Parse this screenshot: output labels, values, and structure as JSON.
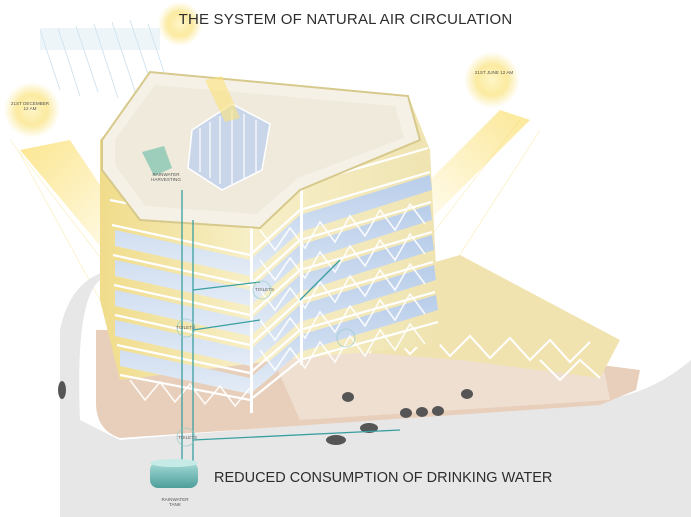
{
  "title": "THE SYSTEM OF NATURAL AIR CIRCULATION",
  "subtitle": "REDUCED CONSUMPTION OF DRINKING WATER",
  "labels": {
    "sun_left": "21ST DECEMBER 12 AM",
    "sun_right": "21ST JUNE 12 AM",
    "rainwater_harvesting": "RAINWATER HARVESTING",
    "rainwater_tank": "RAINWATER TANK",
    "toilets": "TOILETS"
  },
  "colors": {
    "sun_glow": "#f9e07a",
    "facade": "#f3e7a8",
    "floor": "#e9d8c8",
    "road": "#e6e6e6",
    "glass": "#c8d8ef",
    "water_pipe": "#3a9fa0",
    "tank": "#7cc3c0"
  },
  "icons": [
    "sun-icon",
    "rain-icon",
    "water-tank-icon"
  ]
}
